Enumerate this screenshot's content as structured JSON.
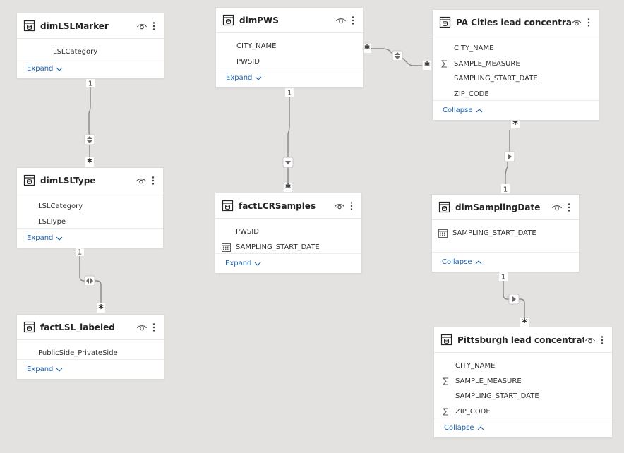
{
  "tables": [
    {
      "id": "dimLSLMarker",
      "title": "dimLSLMarker",
      "fields": [
        {
          "name": "LSLCategory",
          "icon": "none"
        }
      ],
      "toggle": "Expand",
      "state": "collapsed"
    },
    {
      "id": "dimLSLType",
      "title": "dimLSLType",
      "fields": [
        {
          "name": "LSLCategory",
          "icon": "none"
        },
        {
          "name": "LSLType",
          "icon": "none"
        }
      ],
      "toggle": "Expand",
      "state": "collapsed"
    },
    {
      "id": "factLSL_labeled",
      "title": "factLSL_labeled",
      "fields": [
        {
          "name": "PublicSide_PrivateSide",
          "icon": "none"
        }
      ],
      "toggle": "Expand",
      "state": "collapsed"
    },
    {
      "id": "dimPWS",
      "title": "dimPWS",
      "fields": [
        {
          "name": "CITY_NAME",
          "icon": "none"
        },
        {
          "name": "PWSID",
          "icon": "none"
        }
      ],
      "toggle": "Expand",
      "state": "collapsed"
    },
    {
      "id": "factLCRSamples",
      "title": "factLCRSamples",
      "fields": [
        {
          "name": "PWSID",
          "icon": "none"
        },
        {
          "name": "SAMPLING_START_DATE",
          "icon": "calendar-icon"
        }
      ],
      "toggle": "Expand",
      "state": "collapsed"
    },
    {
      "id": "paCities",
      "title": "PA Cities lead concentration",
      "fields": [
        {
          "name": "CITY_NAME",
          "icon": "none"
        },
        {
          "name": "SAMPLE_MEASURE",
          "icon": "sigma-icon"
        },
        {
          "name": "SAMPLING_START_DATE",
          "icon": "none"
        },
        {
          "name": "ZIP_CODE",
          "icon": "none"
        }
      ],
      "toggle": "Collapse",
      "state": "expanded"
    },
    {
      "id": "dimSamplingDate",
      "title": "dimSamplingDate",
      "fields": [
        {
          "name": "SAMPLING_START_DATE",
          "icon": "calendar-icon"
        }
      ],
      "toggle": "Collapse",
      "state": "expanded"
    },
    {
      "id": "pittsburgh",
      "title": "Pittsburgh lead concentration",
      "fields": [
        {
          "name": "CITY_NAME",
          "icon": "none"
        },
        {
          "name": "SAMPLE_MEASURE",
          "icon": "sigma-icon"
        },
        {
          "name": "SAMPLING_START_DATE",
          "icon": "none"
        },
        {
          "name": "ZIP_CODE",
          "icon": "sigma-icon"
        }
      ],
      "toggle": "Collapse",
      "state": "expanded"
    }
  ],
  "relationships": [
    {
      "id": "rel-marker-type",
      "from": "dimLSLMarker",
      "from_card": "1",
      "to": "dimLSLType",
      "to_card": "*",
      "filter": "both"
    },
    {
      "id": "rel-type-labeled",
      "from": "dimLSLType",
      "from_card": "1",
      "to": "factLSL_labeled",
      "to_card": "*",
      "filter": "both"
    },
    {
      "id": "rel-pws-lcr",
      "from": "dimPWS",
      "from_card": "1",
      "to": "factLCRSamples",
      "to_card": "*",
      "filter": "single"
    },
    {
      "id": "rel-pws-pa",
      "from": "dimPWS",
      "from_card": "*",
      "to": "paCities",
      "to_card": "*",
      "filter": "both"
    },
    {
      "id": "rel-date-pa",
      "from": "dimSamplingDate",
      "from_card": "1",
      "to": "paCities",
      "to_card": "*",
      "filter": "single"
    },
    {
      "id": "rel-date-pitt",
      "from": "dimSamplingDate",
      "from_card": "1",
      "to": "pittsburgh",
      "to_card": "*",
      "filter": "single"
    }
  ],
  "colors": {
    "background": "#e3e2e0",
    "card": "#ffffff",
    "link_text": "#1b63b3",
    "connector": "#8a8886"
  }
}
